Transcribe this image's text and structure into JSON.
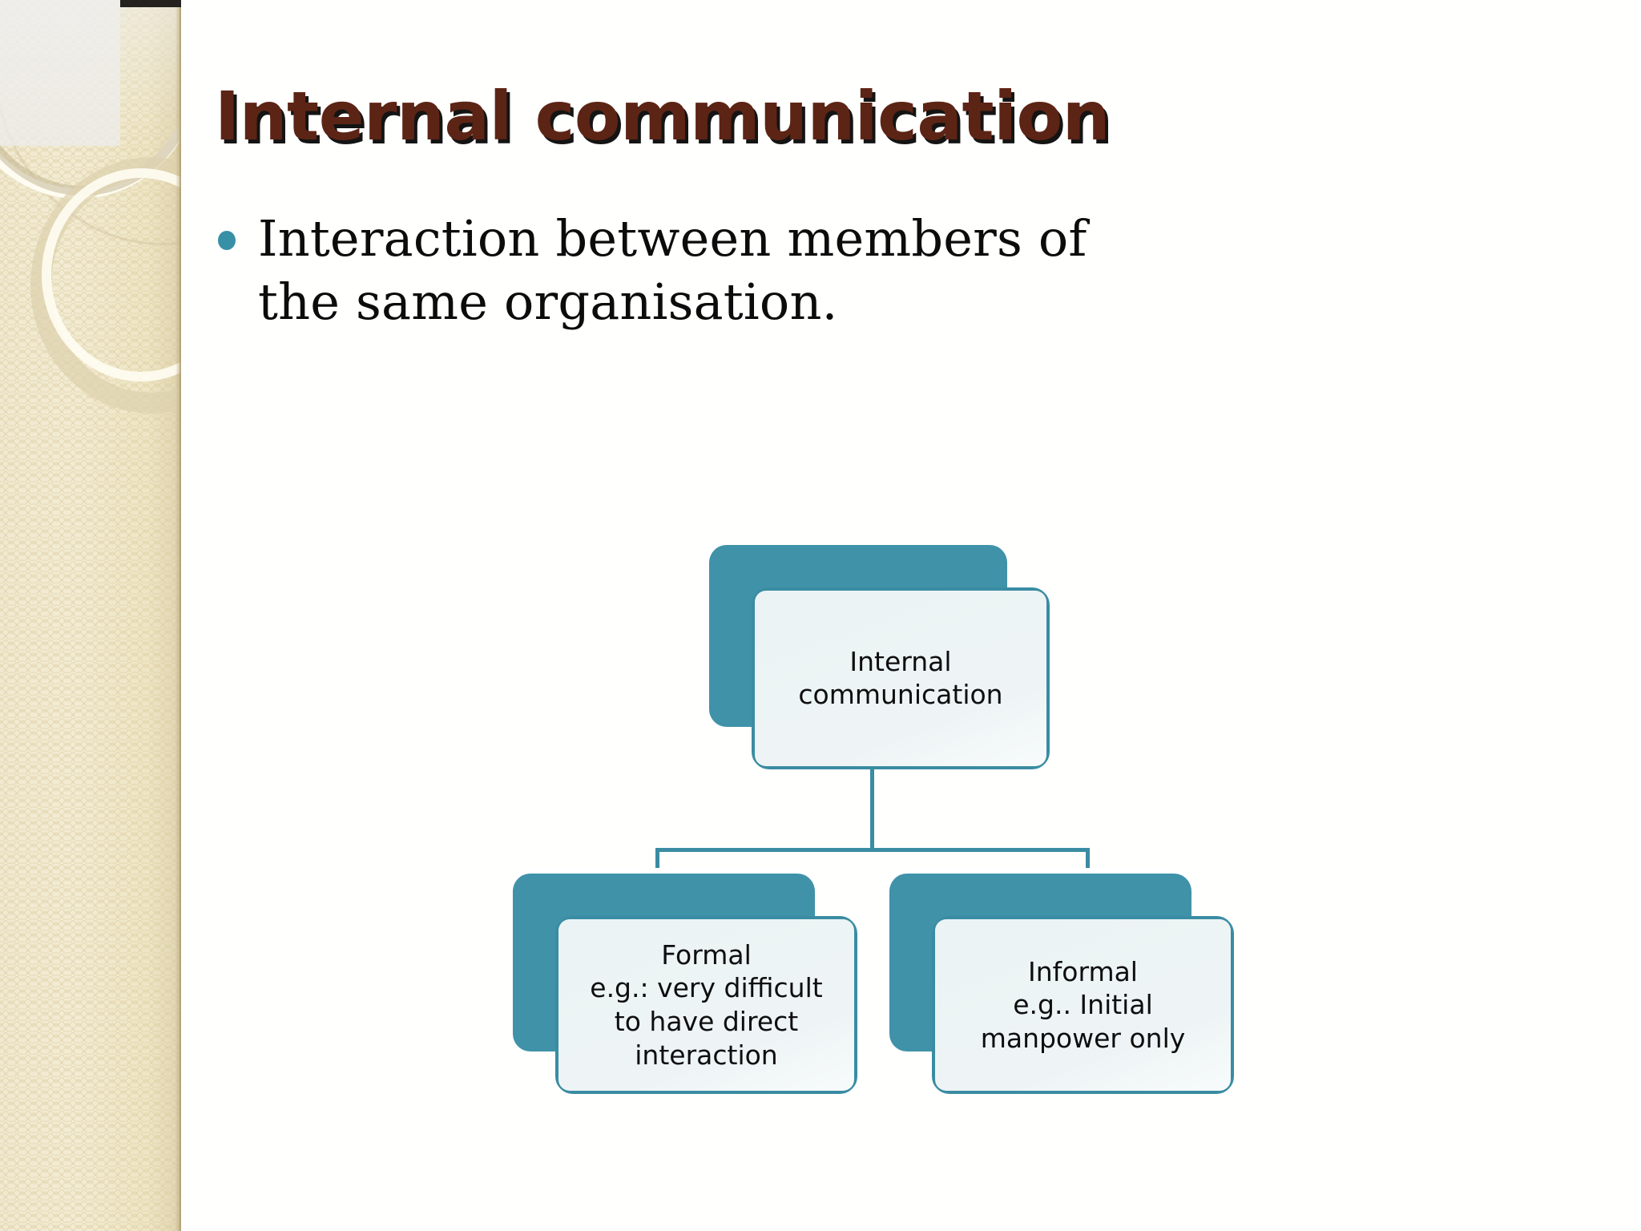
{
  "slide": {
    "title": "Internal communication",
    "title_color": "#5c2415",
    "accent_color": "#3f92a8",
    "sidebar_color": "#f1ead1",
    "body": {
      "bullets": [
        "Interaction between members of the same organisation."
      ]
    }
  },
  "diagram": {
    "type": "org-chart",
    "nodes": [
      {
        "id": "root",
        "label": "Internal\ncommunication"
      },
      {
        "id": "formal",
        "label": "Formal\ne.g.: very  difficult\nto have direct\ninteraction"
      },
      {
        "id": "informal",
        "label": "Informal\ne.g.. Initial\nmanpower only"
      }
    ],
    "edges": [
      {
        "from": "root",
        "to": "formal"
      },
      {
        "from": "root",
        "to": "informal"
      }
    ]
  }
}
